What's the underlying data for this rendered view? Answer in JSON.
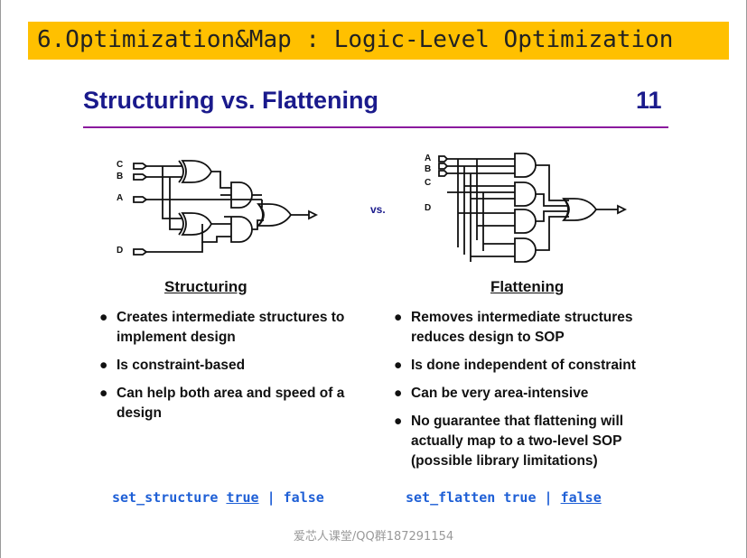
{
  "header": {
    "title": "6.Optimization&Map : Logic-Level Optimization"
  },
  "slide": {
    "title": "Structuring vs. Flattening",
    "number": "11"
  },
  "diagrams": {
    "structuring_inputs": [
      "C",
      "B",
      "A",
      "D"
    ],
    "flattening_inputs": [
      "A",
      "B",
      "C",
      "D"
    ],
    "vs_label": "vs."
  },
  "structuring": {
    "heading": "Structuring",
    "bullets": [
      "Creates intermediate structures to implement design",
      "Is constraint-based",
      "Can help both area and speed of a design"
    ],
    "command": {
      "name": "set_structure",
      "opt_true": "true",
      "separator": "|",
      "opt_false": "false"
    }
  },
  "flattening": {
    "heading": "Flattening",
    "bullets": [
      "Removes intermediate structures reduces design to SOP",
      "Is done independent of constraint",
      "Can be very area-intensive",
      "No guarantee that flattening will actually map to a two-level SOP (possible library limitations)"
    ],
    "command": {
      "name": "set_flatten",
      "opt_true": "true",
      "separator": "|",
      "opt_false": "false"
    }
  },
  "footer": {
    "text": "爱芯人课堂/QQ群187291154"
  }
}
